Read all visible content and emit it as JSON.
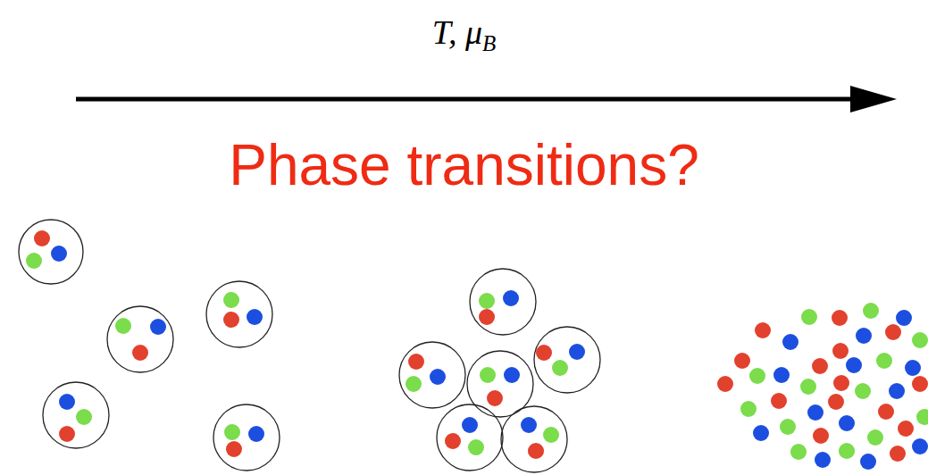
{
  "diagram": {
    "title": "Phase transitions?",
    "labels": [
      "T, μ",
      "B"
    ]
  }
}
